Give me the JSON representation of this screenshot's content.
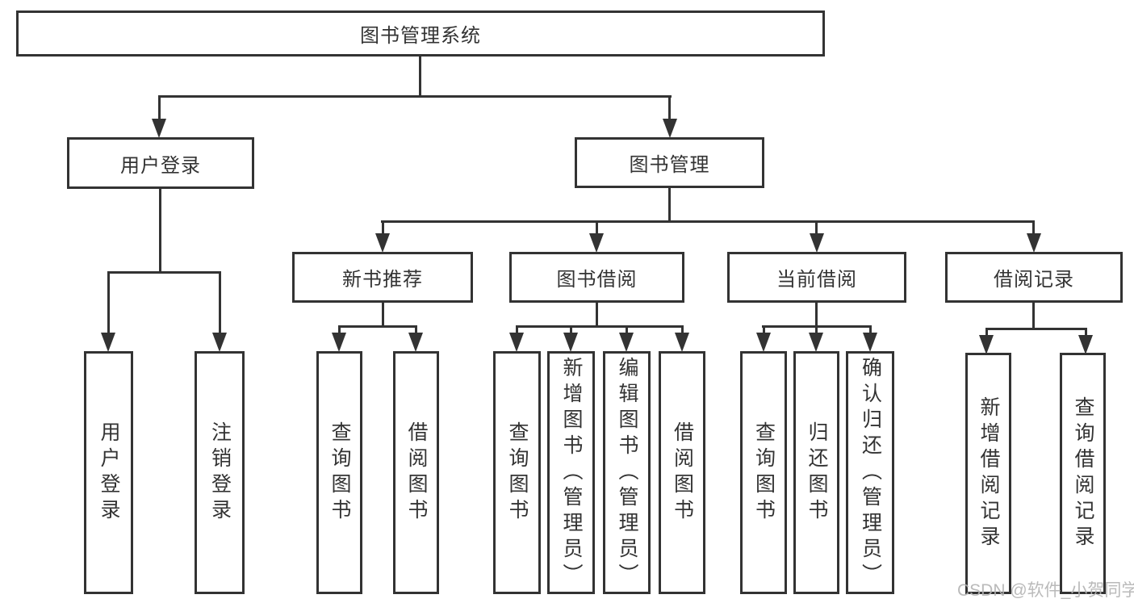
{
  "diagram": {
    "root": {
      "label": "图书管理系统"
    },
    "branches": [
      {
        "label": "用户登录",
        "children": [
          {
            "label": "用户登录"
          },
          {
            "label": "注销登录"
          }
        ]
      },
      {
        "label": "图书管理",
        "children": [
          {
            "label": "新书推荐",
            "children": [
              {
                "label": "查询图书"
              },
              {
                "label": "借阅图书"
              }
            ]
          },
          {
            "label": "图书借阅",
            "children": [
              {
                "label": "查询图书"
              },
              {
                "label": "新增图书（管理员）"
              },
              {
                "label": "编辑图书（管理员）"
              },
              {
                "label": "借阅图书"
              }
            ]
          },
          {
            "label": "当前借阅",
            "children": [
              {
                "label": "查询图书"
              },
              {
                "label": "归还图书"
              },
              {
                "label": "确认归还（管理员）"
              }
            ]
          },
          {
            "label": "借阅记录",
            "children": [
              {
                "label": "新增借阅记录"
              },
              {
                "label": "查询借阅记录"
              }
            ]
          }
        ]
      }
    ]
  },
  "watermark": {
    "text": "CSDN @软件_小贺同学"
  },
  "colors": {
    "line": "#333333",
    "text": "#333333",
    "boxbg": "#ffffff",
    "watermark": "#b3b3b3"
  }
}
